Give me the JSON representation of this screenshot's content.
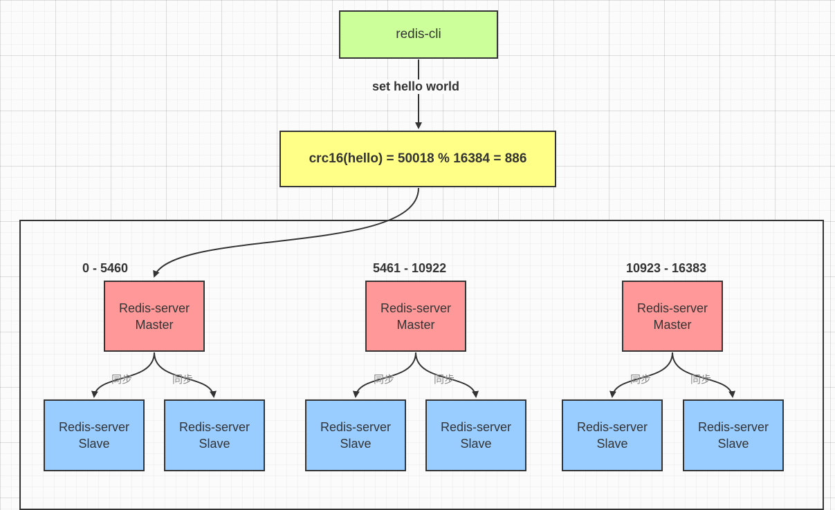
{
  "client": {
    "label": "redis-cli"
  },
  "request": {
    "command": "set hello world"
  },
  "hash": {
    "formula": "crc16(hello) = 50018 % 16384 = 886"
  },
  "shards": [
    {
      "slot_range": "0 - 5460",
      "master": {
        "line1": "Redis-server",
        "line2": "Master"
      },
      "slaves": [
        {
          "line1": "Redis-server",
          "line2": "Slave"
        },
        {
          "line1": "Redis-server",
          "line2": "Slave"
        }
      ],
      "sync_labels": [
        "同步",
        "同步"
      ]
    },
    {
      "slot_range": "5461 - 10922",
      "master": {
        "line1": "Redis-server",
        "line2": "Master"
      },
      "slaves": [
        {
          "line1": "Redis-server",
          "line2": "Slave"
        },
        {
          "line1": "Redis-server",
          "line2": "Slave"
        }
      ],
      "sync_labels": [
        "同步",
        "同步"
      ]
    },
    {
      "slot_range": "10923 - 16383",
      "master": {
        "line1": "Redis-server",
        "line2": "Master"
      },
      "slaves": [
        {
          "line1": "Redis-server",
          "line2": "Slave"
        },
        {
          "line1": "Redis-server",
          "line2": "Slave"
        }
      ],
      "sync_labels": [
        "同步",
        "同步"
      ]
    }
  ],
  "colors": {
    "client_fill": "#ccff99",
    "hash_fill": "#ffff88",
    "master_fill": "#ff9999",
    "slave_fill": "#99ccff",
    "stroke": "#333333"
  }
}
